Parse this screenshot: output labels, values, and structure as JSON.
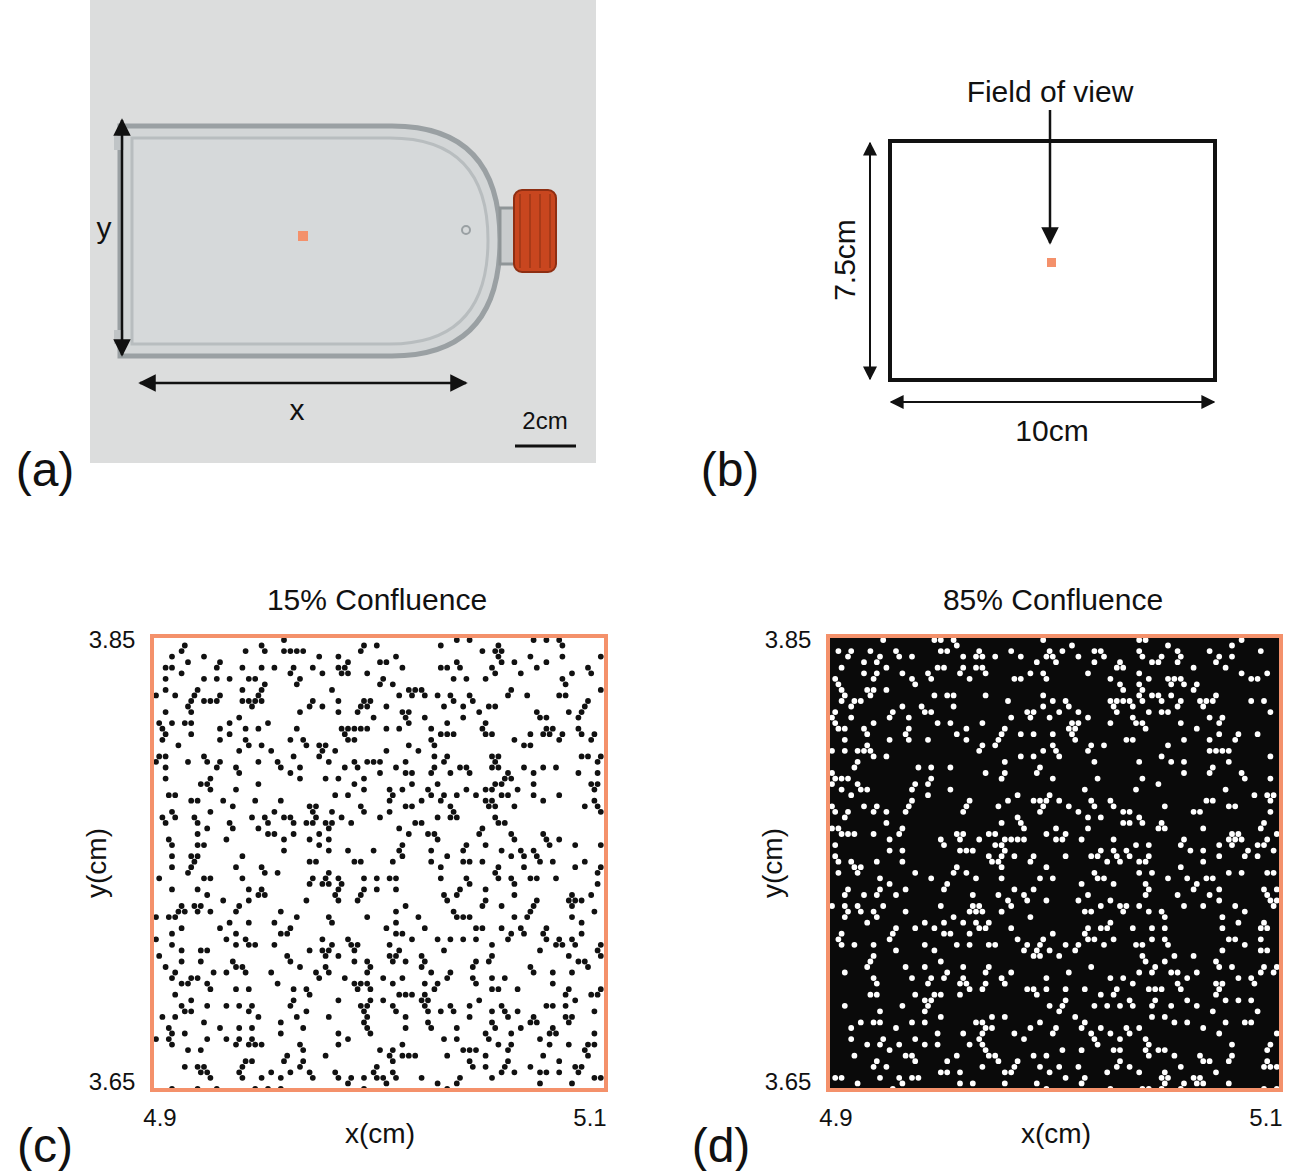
{
  "diagram": {
    "labels": [
      "y",
      "x",
      "2cm",
      "(a)",
      "Field of view",
      "7.5cm",
      "10cm",
      "(b)",
      "15% Confluence",
      "3.85",
      "3.65",
      "y(cm)",
      "4.9",
      "x(cm)",
      "5.1",
      "(c)",
      "85% Confluence",
      "3.85",
      "3.65",
      "y(cm)",
      "4.9",
      "x(cm)",
      "5.1",
      "(d)"
    ]
  }
}
